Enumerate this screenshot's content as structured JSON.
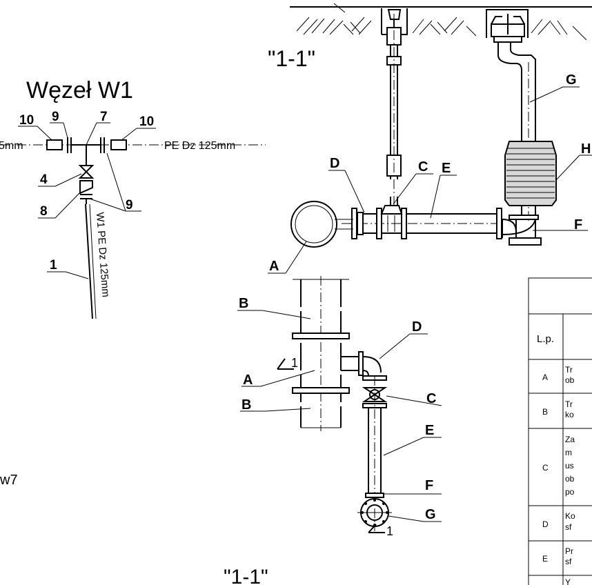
{
  "node": {
    "title": "Węzeł W1",
    "left_pipe_fragment": "5mm",
    "right_pipe_label": "PE Dz 125mm",
    "branch_label": "W1 PE Dz 125mm",
    "callouts": {
      "n10a": "10",
      "n9a": "9",
      "n7": "7",
      "n10b": "10",
      "n4": "4",
      "n8": "8",
      "n9b": "9",
      "n1": "1"
    },
    "side_fragment": "w7"
  },
  "section_top": {
    "title": "\"1-1\"",
    "letters": {
      "g": "G",
      "h": "H",
      "d": "D",
      "c": "C",
      "e": "E",
      "f": "F",
      "a": "A"
    }
  },
  "plan": {
    "letters": {
      "b1": "B",
      "a": "A",
      "b2": "B",
      "d": "D",
      "c": "C",
      "e": "E",
      "f": "F",
      "g": "G"
    },
    "section_mark_top": "1",
    "section_mark_bottom": "1",
    "bottom_title": "\"1-1\""
  },
  "table": {
    "header_lp": "L.p.",
    "rows": [
      {
        "id": "A",
        "text1": "Tr",
        "text2": "ob"
      },
      {
        "id": "B",
        "text1": "Tr",
        "text2": "ko"
      },
      {
        "id": "C",
        "text1": "Za",
        "text2": "m",
        "text3": "us",
        "text4": "ob",
        "text5": "po"
      },
      {
        "id": "D",
        "text1": "Ko",
        "text2": "sf"
      },
      {
        "id": "E",
        "text1": "Pr",
        "text2": "sf"
      }
    ],
    "last_row_fragment": "Y"
  }
}
